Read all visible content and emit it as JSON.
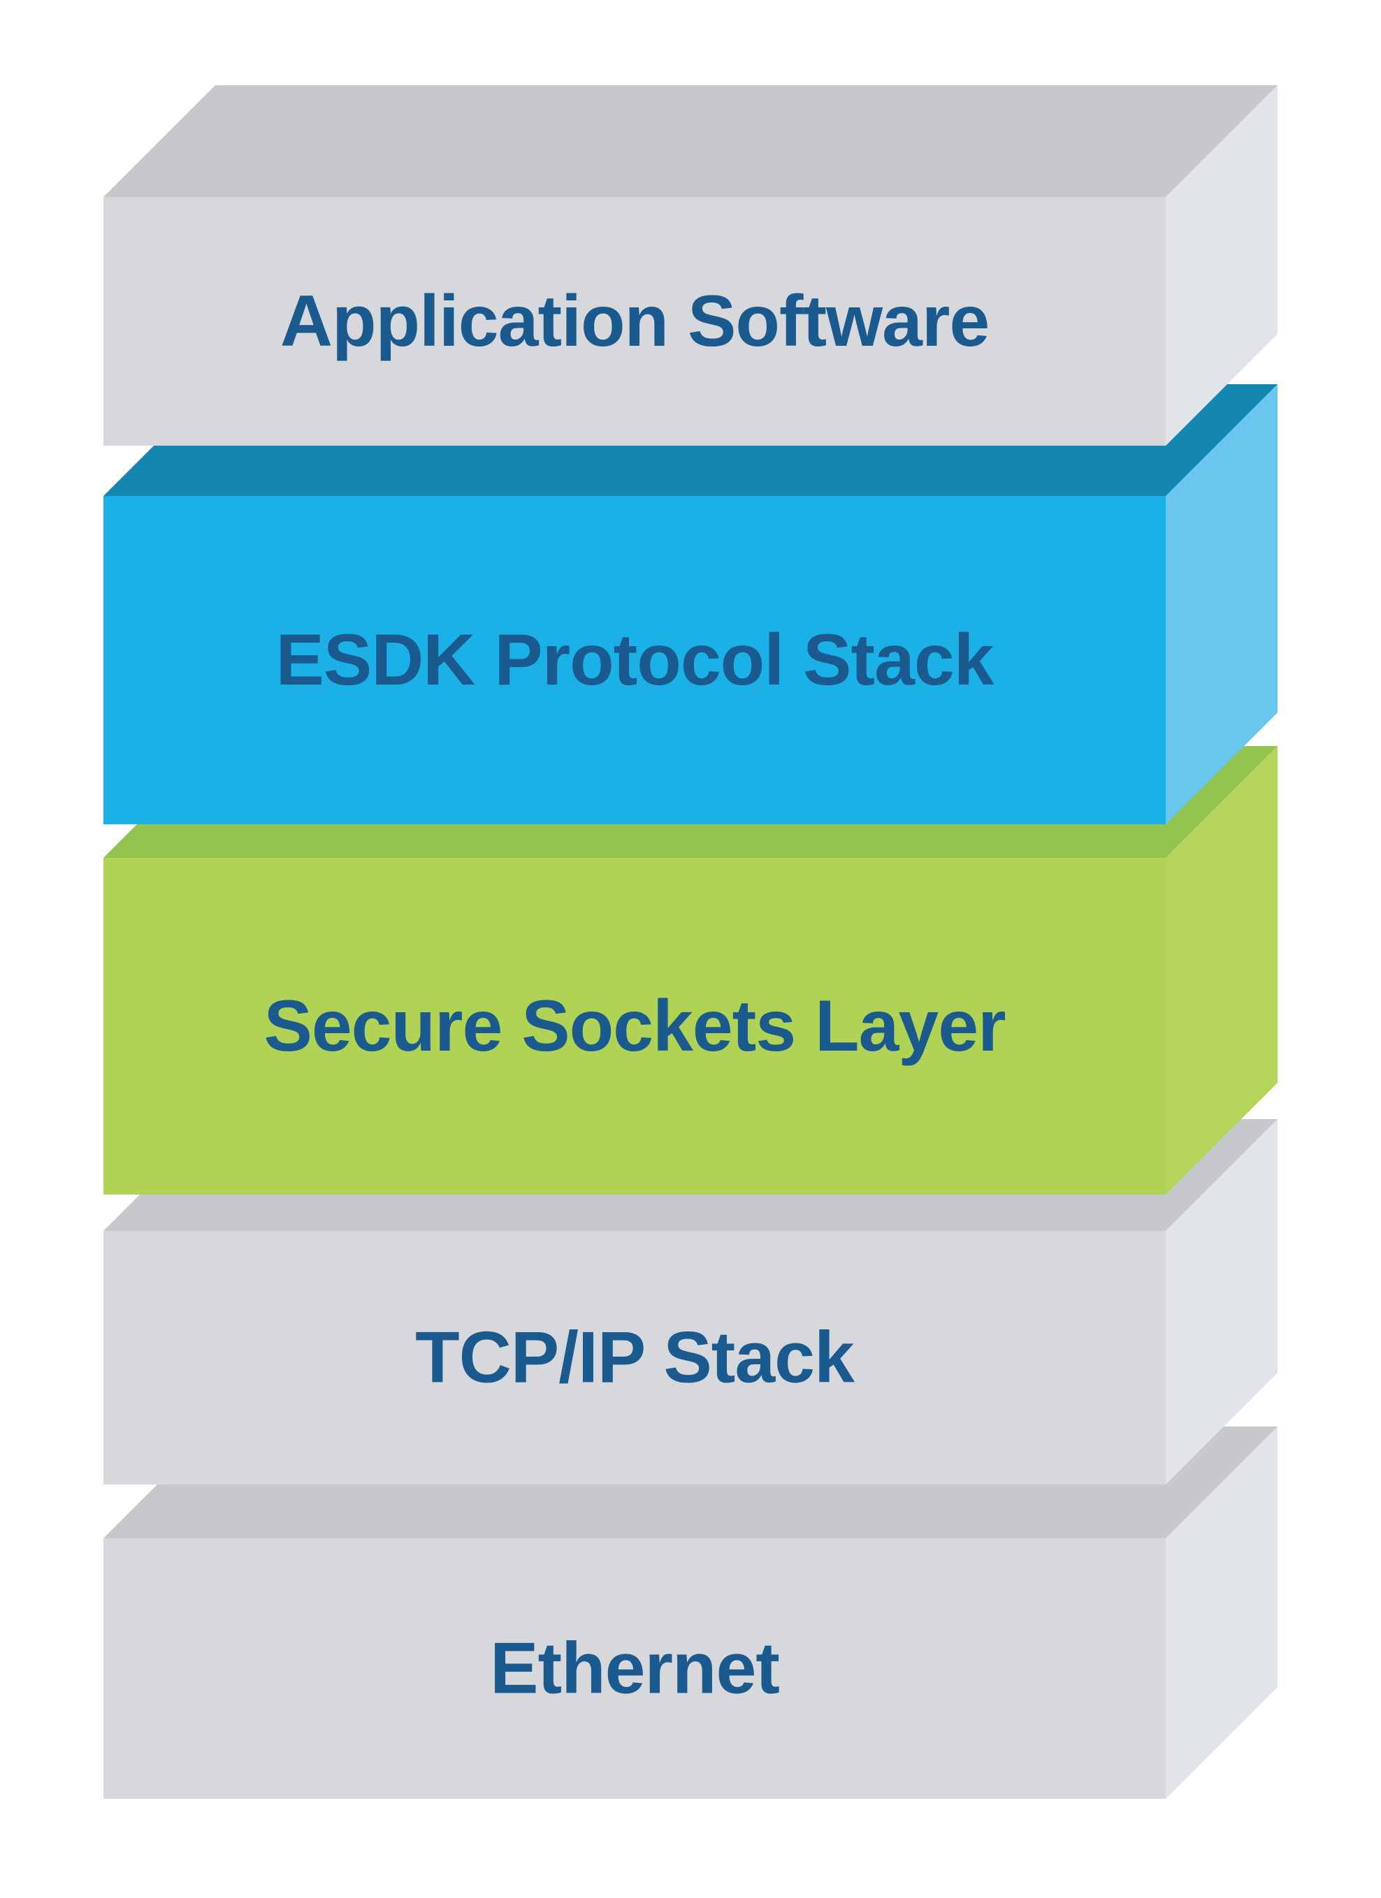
{
  "diagram": {
    "text_color": "#1b5a8e",
    "layers": [
      {
        "id": "application-software",
        "label": "Application Software",
        "colors": {
          "top": "#c6c8cc",
          "front": "#d6d8db",
          "side": "#e1e4e8"
        }
      },
      {
        "id": "esdk-protocol-stack",
        "label": "ESDK Protocol Stack",
        "colors": {
          "top": "#1585b1",
          "front": "#1bb0e6",
          "side": "#6ac6ef"
        }
      },
      {
        "id": "secure-sockets-layer",
        "label": "Secure Sockets Layer",
        "colors": {
          "top": "#92c54e",
          "front": "#b0d356",
          "side": "#b4d55a"
        }
      },
      {
        "id": "tcp-ip-stack",
        "label": "TCP/IP Stack",
        "colors": {
          "top": "#c6c8cc",
          "front": "#d6d8db",
          "side": "#e1e4e8"
        }
      },
      {
        "id": "ethernet",
        "label": "Ethernet",
        "colors": {
          "top": "#c6c8cc",
          "front": "#d6d8db",
          "side": "#e1e4e8"
        }
      }
    ]
  }
}
